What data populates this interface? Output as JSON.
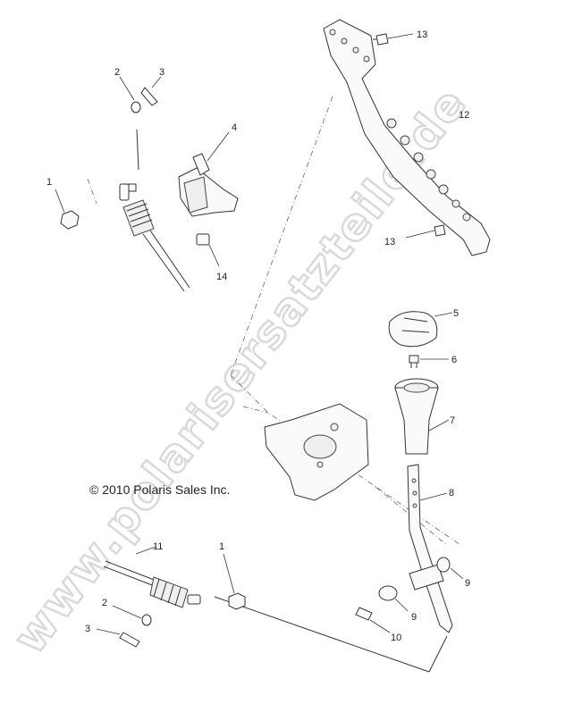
{
  "copyright": "© 2010 Polaris Sales Inc.",
  "watermark": "www.polarisersatzteile.de",
  "callouts": {
    "c1a": "1",
    "c2a": "2",
    "c3a": "3",
    "c4": "4",
    "c14": "14",
    "c13a": "13",
    "c12": "12",
    "c13b": "13",
    "c5": "5",
    "c6": "6",
    "c7": "7",
    "c8": "8",
    "c9a": "9",
    "c9b": "9",
    "c10": "10",
    "c11": "11",
    "c1b": "1",
    "c2b": "2",
    "c3b": "3"
  },
  "colors": {
    "line": "#333333",
    "watermark_stroke": "#d9d9d9"
  }
}
